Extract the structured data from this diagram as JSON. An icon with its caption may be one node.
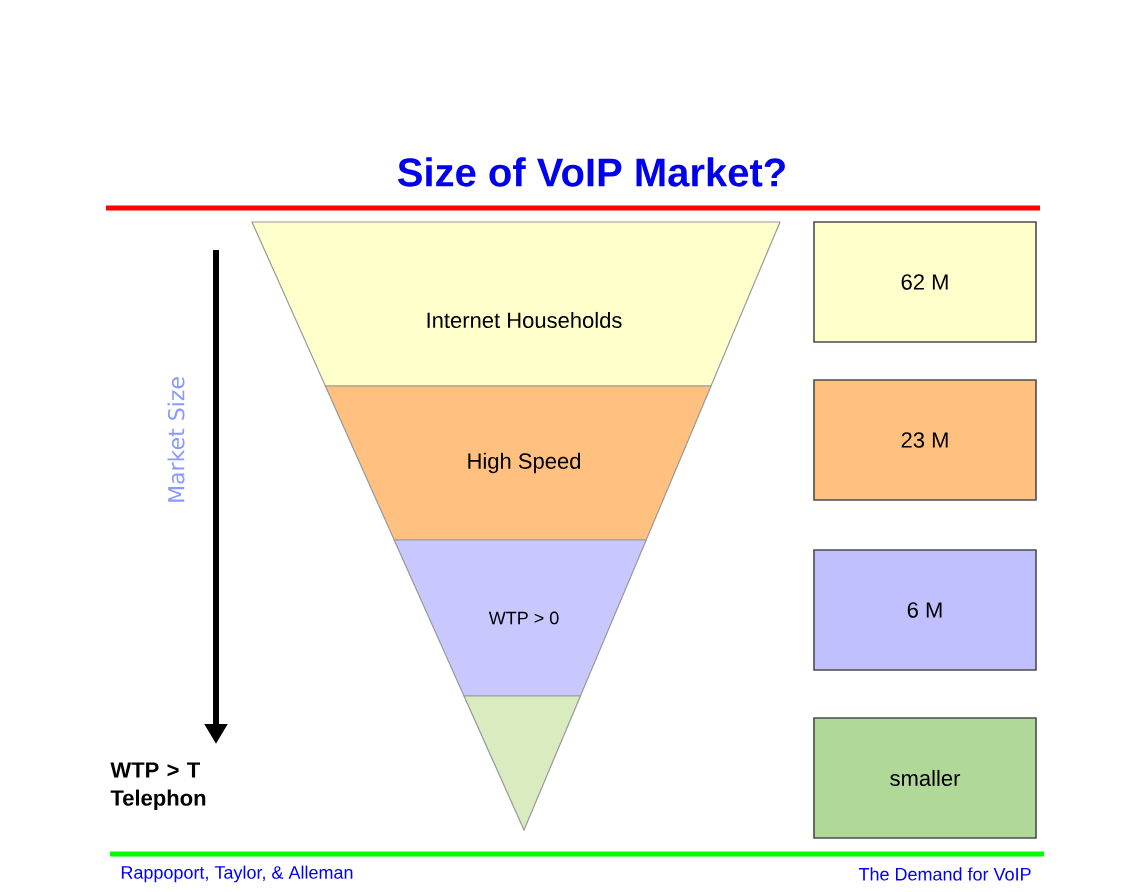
{
  "diagram": {
    "title": "Size of VoIP Market?",
    "nodes": [
      {
        "text": [
          "Internet Households"
        ]
      },
      {
        "text": [
          "High Speed"
        ]
      },
      {
        "text": [
          "WTP > 0"
        ]
      },
      {
        "text": [],
        "shape": "triangle"
      },
      {
        "text": [
          "62 M"
        ]
      },
      {
        "text": [
          "23 M"
        ]
      },
      {
        "text": [
          "6 M"
        ]
      },
      {
        "text": [
          "smaller"
        ]
      }
    ],
    "edges": [],
    "labels": [
      "Market Size",
      "WTP > T Telephon",
      "Rappoport, Taylor, & Alleman",
      "The Demand for VoIP"
    ]
  }
}
